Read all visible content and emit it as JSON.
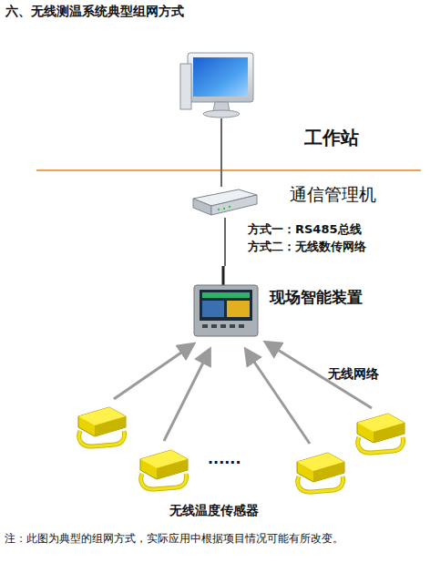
{
  "diagram": {
    "title": "六、无线测温系统典型组网方式",
    "caption": "注：此图为典型的组网方式，实际应用中根据项目情况可能有所改变。",
    "nodes": [
      {
        "text": [
          "工作站"
        ]
      },
      {
        "text": [
          "通信管理机"
        ]
      },
      {
        "text": [
          "现场智能装置"
        ]
      }
    ],
    "edges": [
      {
        "from": 0,
        "to": 1,
        "arrow": "none"
      },
      {
        "from": 1,
        "to": 2,
        "arrow": "none"
      }
    ],
    "labels": [
      "方式一：RS485总线",
      "方式二：无线数传网络",
      "无线网络",
      "······",
      "无线温度传感器"
    ]
  }
}
